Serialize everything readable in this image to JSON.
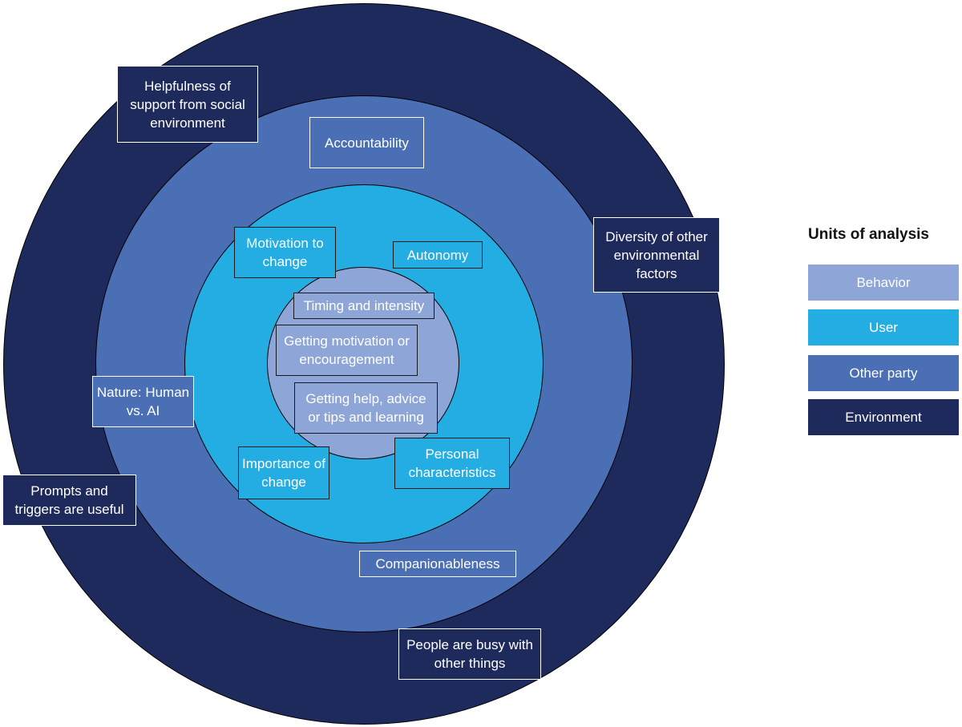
{
  "colors": {
    "behavior": "#8ea5d8",
    "user": "#24ade3",
    "other_party": "#4a6fb5",
    "environment": "#1f2a5c"
  },
  "labels": {
    "environment": {
      "helpfulness": "Helpfulness of support from social environment",
      "diversity": "Diversity of other environmental factors",
      "prompts": "Prompts and triggers are useful",
      "busy": "People are busy with other things"
    },
    "other_party": {
      "accountability": "Accountability",
      "nature": "Nature: Human vs. AI",
      "companionableness": "Companionableness"
    },
    "user": {
      "motivation_to_change": "Motivation to change",
      "autonomy": "Autonomy",
      "importance_of_change": "Importance of change",
      "personal_characteristics": "Personal characteristics"
    },
    "behavior": {
      "timing": "Timing and intensity",
      "motivation": "Getting motivation or encouragement",
      "help": "Getting help, advice or tips and learning"
    }
  },
  "legend": {
    "title": "Units of analysis",
    "items": [
      {
        "label": "Behavior",
        "color": "#8ea5d8"
      },
      {
        "label": "User",
        "color": "#24ade3"
      },
      {
        "label": "Other party",
        "color": "#4a6fb5"
      },
      {
        "label": "Environment",
        "color": "#1f2a5c"
      }
    ]
  }
}
